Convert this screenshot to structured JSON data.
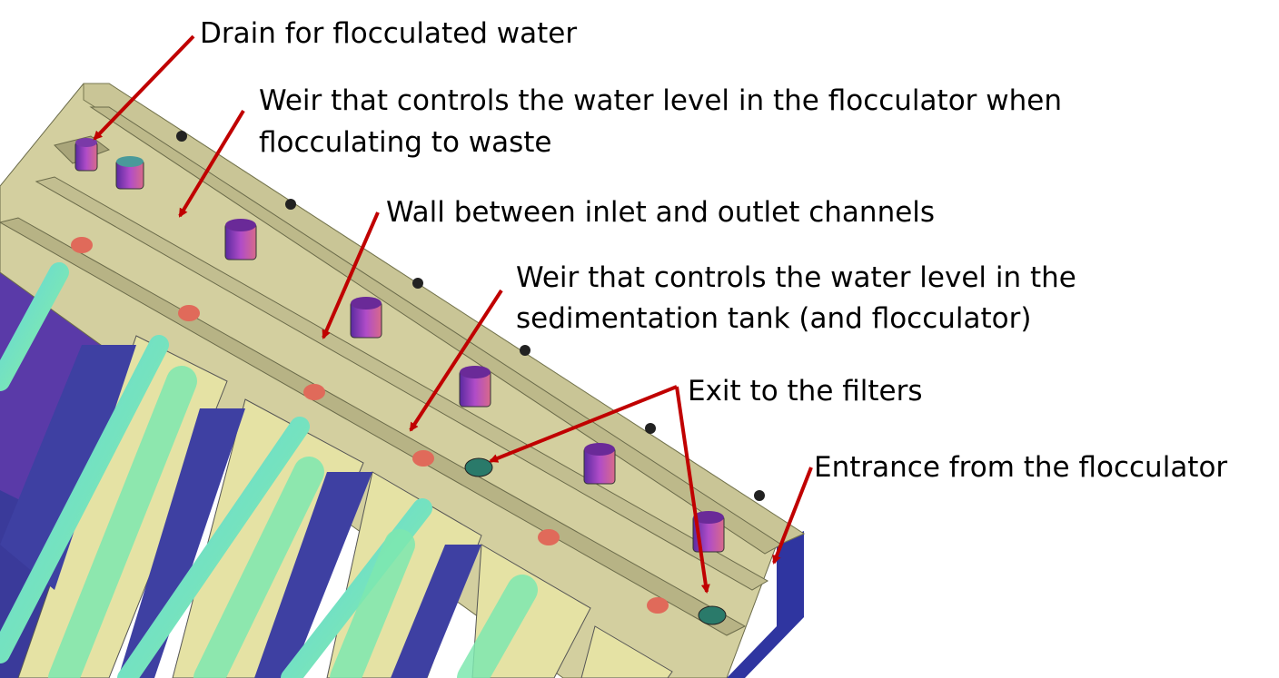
{
  "labels": {
    "drain": "Drain for flocculated water",
    "weir_floc_line1": "Weir that controls the water level in the flocculator when",
    "weir_floc_line2": "flocculating to waste",
    "wall": "Wall between inlet and outlet channels",
    "weir_sed_line1": "Weir that controls the water level in the",
    "weir_sed_line2": "sedimentation tank (and flocculator)",
    "exit": "Exit to the filters",
    "entrance": "Entrance from the flocculator"
  },
  "colors": {
    "arrow": "#c00000",
    "concrete": "#d6d3a6",
    "concrete_dark": "#b8b58a",
    "wall_side": "#3c3fa0",
    "tube": "#6ee0b8",
    "pipe": "#9b3bb0"
  }
}
